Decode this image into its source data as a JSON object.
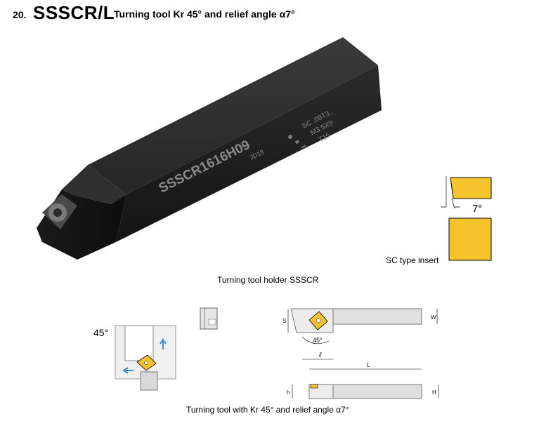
{
  "header": {
    "number": "20.",
    "code": "SSSCR/L",
    "description": "Turning tool Kr 45° and relief angle α7°"
  },
  "tool_photo": {
    "engraving_main": "SSSCR1616H09",
    "engraving_sub": "JD18",
    "spec_insert": "SC..09T3..",
    "spec_screw": "M3.5X9",
    "spec_key": "T15"
  },
  "insert_diagram": {
    "angle_label": "7°",
    "caption": "SC type insert",
    "color": "#f5c32c"
  },
  "holder_caption": "Turning tool holder SSSCR",
  "bottom": {
    "left_angle": "45°",
    "top_view": {
      "s_label": "S",
      "w_label": "W",
      "angle_label": "45°",
      "l_label": "ℓ"
    },
    "side_view": {
      "L_label": "L",
      "h_label": "h",
      "H_label": "H"
    },
    "caption": "Turning tool with Kr 45° and relief angle α7°"
  }
}
